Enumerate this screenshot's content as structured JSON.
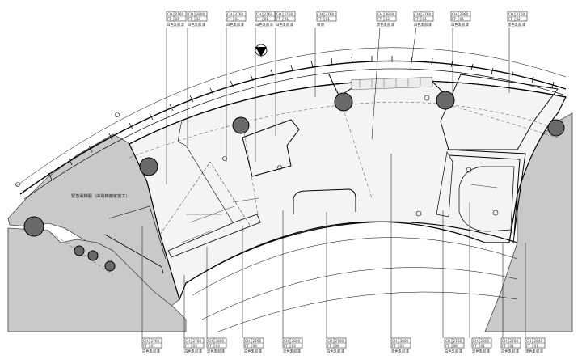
{
  "note": {
    "label": "緊急電梯廳（由電梯廠家施工）"
  },
  "top_tags": [
    {
      "ch": "2760",
      "ft": "01",
      "desc": "白色乳胶漆"
    },
    {
      "ch": "2800",
      "ft": "03",
      "desc": "白色乳胶漆"
    },
    {
      "ch": "2760",
      "ft": "01",
      "desc": "白色乳胶漆"
    },
    {
      "ch": "2760",
      "ft": "01",
      "desc": "白色乳胶漆"
    },
    {
      "ch": "2760",
      "ft": "01",
      "desc": "白色乳胶漆"
    },
    {
      "ch": "2760",
      "ft": "01",
      "desc": "吊頂"
    },
    {
      "ch": "3800",
      "ft": "03",
      "desc": "黑色乳胶漆"
    },
    {
      "ch": "2760",
      "ft": "01",
      "desc": "白色乳胶漆"
    },
    {
      "ch": "2960",
      "ft": "01",
      "desc": "白色乳胶漆"
    },
    {
      "ch": "2760",
      "ft": "02",
      "desc": "黑色乳胶漆"
    }
  ],
  "bottom_tags": [
    {
      "ch": "2760",
      "ft": "01",
      "desc": "白色乳胶漆"
    },
    {
      "ch": "2760",
      "ft": "03",
      "desc": "白色乳胶漆"
    },
    {
      "ch": "3800",
      "ft": "03",
      "desc": "黑色乳胶漆"
    },
    {
      "ch": "2760",
      "ft": "08",
      "desc": "白色乳胶漆"
    },
    {
      "ch": "3800",
      "ft": "03",
      "desc": "黑色乳胶漆"
    },
    {
      "ch": "2700",
      "ft": "08",
      "desc": "白色乳胶漆"
    },
    {
      "ch": "3800",
      "ft": "03",
      "desc": "黑色乳胶漆"
    },
    {
      "ch": "2760",
      "ft": "08",
      "desc": "白色乳胶漆"
    },
    {
      "ch": "2800",
      "ft": "01",
      "desc": "黑色乳胶漆"
    },
    {
      "ch": "2760",
      "ft": "01",
      "desc": "白色乳胶漆"
    },
    {
      "ch": "2840",
      "ft": "01",
      "desc": "黑色乳胶漆"
    }
  ]
}
